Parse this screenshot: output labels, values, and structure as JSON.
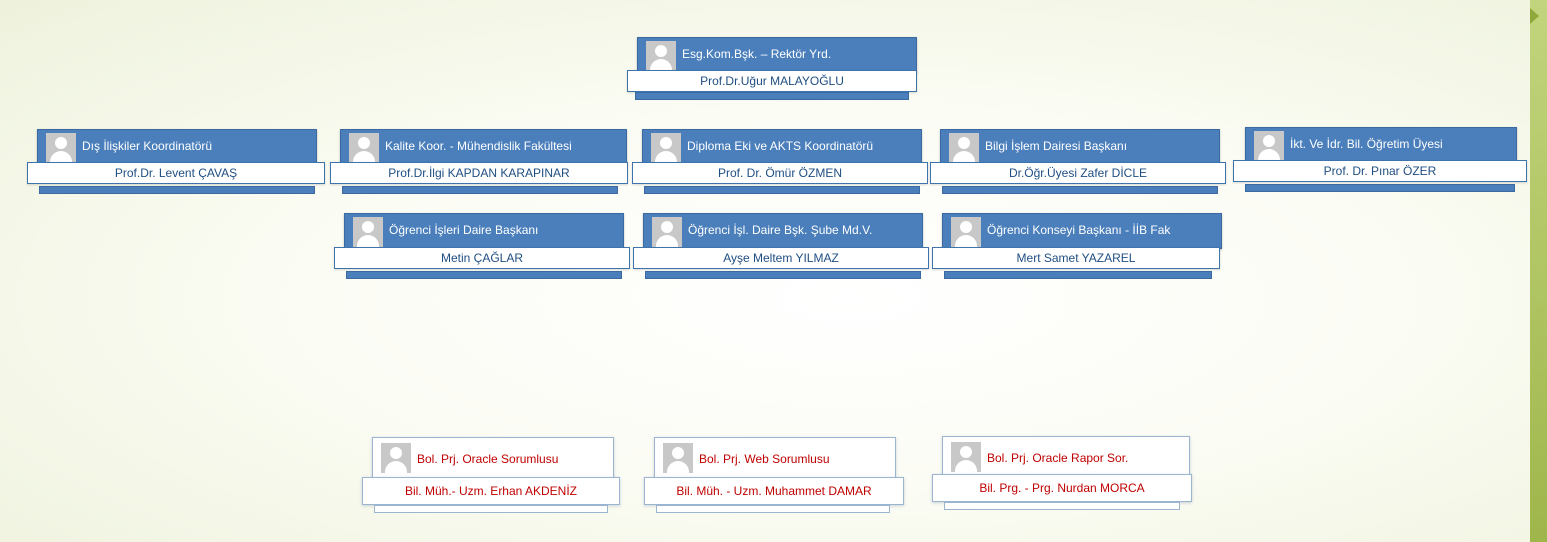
{
  "org_chart": {
    "top": {
      "title": "Esg.Kom.Bşk. – Rektör Yrd.",
      "name": "Prof.Dr.Uğur MALAYOĞLU"
    },
    "row1": [
      {
        "title": "Dış İlişkiler Koordinatörü",
        "name": "Prof.Dr. Levent ÇAVAŞ"
      },
      {
        "title": "Kalite Koor. - Mühendislik Fakültesi",
        "name": "Prof.Dr.İlgi KAPDAN KARAPINAR"
      },
      {
        "title": "Diploma Eki ve AKTS Koordinatörü",
        "name": "Prof. Dr. Ömür ÖZMEN"
      },
      {
        "title": "Bilgi İşlem Dairesi Başkanı",
        "name": "Dr.Öğr.Üyesi Zafer DİCLE"
      },
      {
        "title": "İkt. Ve İdr. Bil. Öğretim Üyesi",
        "name": "Prof. Dr. Pınar ÖZER"
      }
    ],
    "row2": [
      {
        "title": "Öğrenci İşleri Daire Başkanı",
        "name": "Metin ÇAĞLAR"
      },
      {
        "title": "Öğrenci İşl. Daire Bşk. Şube Md.V.",
        "name": "Ayşe Meltem YILMAZ"
      },
      {
        "title": "Öğrenci Konseyi Başkanı - İİB Fak",
        "name": "Mert Samet YAZAREL"
      }
    ],
    "row3": [
      {
        "title": "Bol. Prj. Oracle Sorumlusu",
        "name": "Bil. Müh.- Uzm. Erhan AKDENİZ"
      },
      {
        "title": "Bol. Prj. Web Sorumlusu",
        "name": "Bil. Müh. - Uzm. Muhammet DAMAR"
      },
      {
        "title": "Bol. Prj. Oracle Rapor Sor.",
        "name": "Bil. Prg. - Prg. Nurdan MORCA"
      }
    ]
  },
  "colors": {
    "card_blue": "#4a7fbb",
    "name_text_blue": "#1f4e82",
    "name_text_red": "#c00000",
    "accent_bar": "#9fb64b"
  },
  "icons": {
    "avatar": "person-silhouette-icon"
  }
}
